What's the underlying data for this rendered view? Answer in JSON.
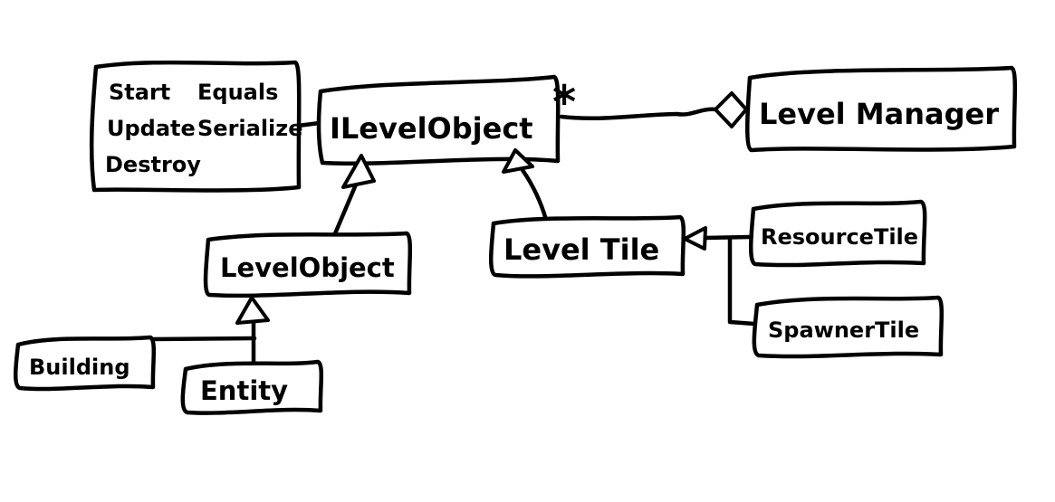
{
  "diagram": {
    "background": "#ffffff",
    "ink": "#000000",
    "nodes": {
      "ilevel_object": "ILevelObject",
      "level_manager": "Level Manager",
      "level_object": "LevelObject",
      "level_tile": "Level Tile",
      "resource_tile": "ResourceTile",
      "spawner_tile": "SpawnerTile",
      "building": "Building",
      "entity": "Entity"
    },
    "methods": {
      "col1": [
        "Start",
        "Update",
        "Destroy"
      ],
      "col2": [
        "Equals",
        "Serialize"
      ]
    },
    "multiplicity_star": "*",
    "relationships": [
      {
        "from": "LevelObject",
        "to": "ILevelObject",
        "type": "inheritance"
      },
      {
        "from": "LevelTile",
        "to": "ILevelObject",
        "type": "inheritance"
      },
      {
        "from": "ResourceTile",
        "to": "LevelTile",
        "type": "inheritance"
      },
      {
        "from": "SpawnerTile",
        "to": "LevelTile",
        "type": "inheritance"
      },
      {
        "from": "Building",
        "to": "LevelObject",
        "type": "inheritance"
      },
      {
        "from": "Entity",
        "to": "LevelObject",
        "type": "inheritance"
      },
      {
        "from": "LevelManager",
        "to": "ILevelObject",
        "type": "aggregation",
        "multiplicity": "*"
      },
      {
        "from": "method-note",
        "to": "ILevelObject",
        "type": "attachment"
      }
    ]
  }
}
